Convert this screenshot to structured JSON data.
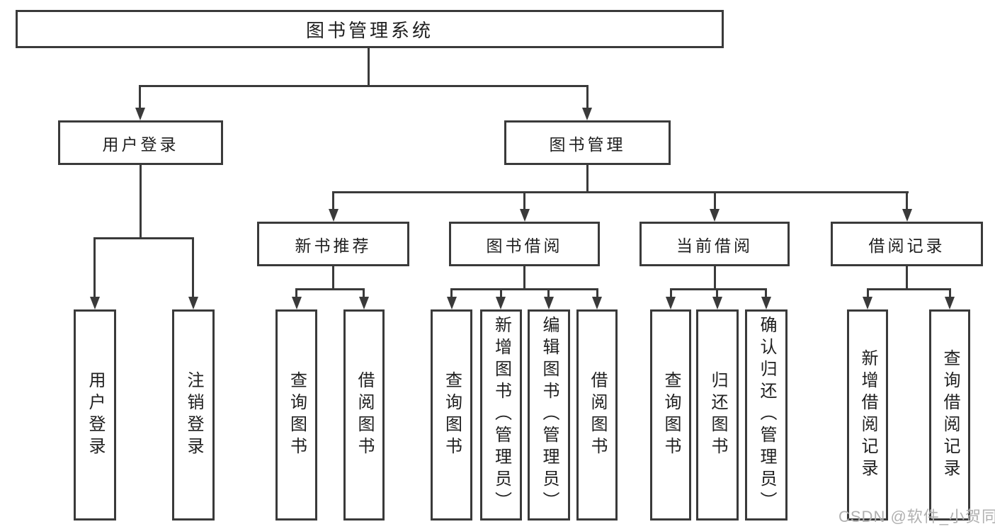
{
  "diagram": {
    "root": "图书管理系统",
    "level2": {
      "user_login": "用户登录",
      "book_management": "图书管理"
    },
    "level3": {
      "new_book_recommend": "新书推荐",
      "book_borrow": "图书借阅",
      "current_borrow": "当前借阅",
      "borrow_records": "借阅记录"
    },
    "groups": {
      "user_login": [
        "用户登录",
        "注销登录"
      ],
      "new_book_recommend": [
        "查询图书",
        "借阅图书"
      ],
      "book_borrow": [
        "查询图书",
        "新增图书（管理员）",
        "编辑图书（管理员）",
        "借阅图书"
      ],
      "current_borrow": [
        "查询图书",
        "归还图书",
        "确认归还（管理员）"
      ],
      "borrow_records": [
        "新增借阅记录",
        "查询借阅记录"
      ]
    }
  },
  "watermark": "CSDN @软件_小贺同学",
  "colors": {
    "line": "#3a3a3a",
    "text": "#1f1f1f",
    "watermark": "#b0b0b0",
    "background": "#ffffff"
  }
}
